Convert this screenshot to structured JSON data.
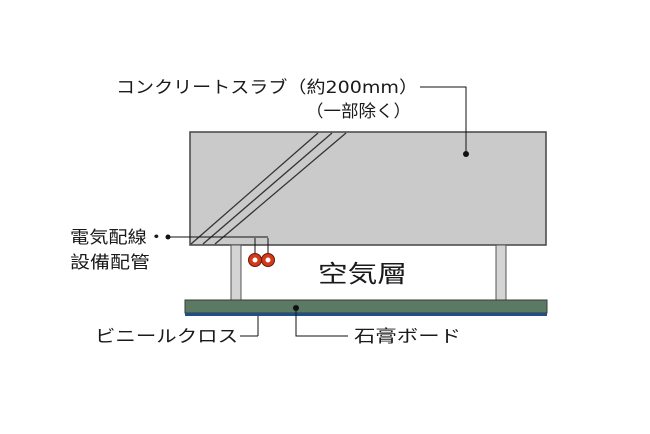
{
  "labels": {
    "slab_line1": "コンクリートスラブ（約200mm）",
    "slab_line2": "（一部除く）",
    "wiring_line1": "電気配線・",
    "wiring_line2": "設備配管",
    "air_layer": "空気層",
    "vinyl_cloth": "ビニールクロス",
    "gypsum_board": "石膏ボード"
  },
  "colors": {
    "slab_fill": "#cacaca",
    "outline": "#444444",
    "board_fill": "#5a7a63",
    "cloth_blue": "#1e4f8a",
    "pipe_red": "#d23a1a",
    "leader": "#111111"
  }
}
